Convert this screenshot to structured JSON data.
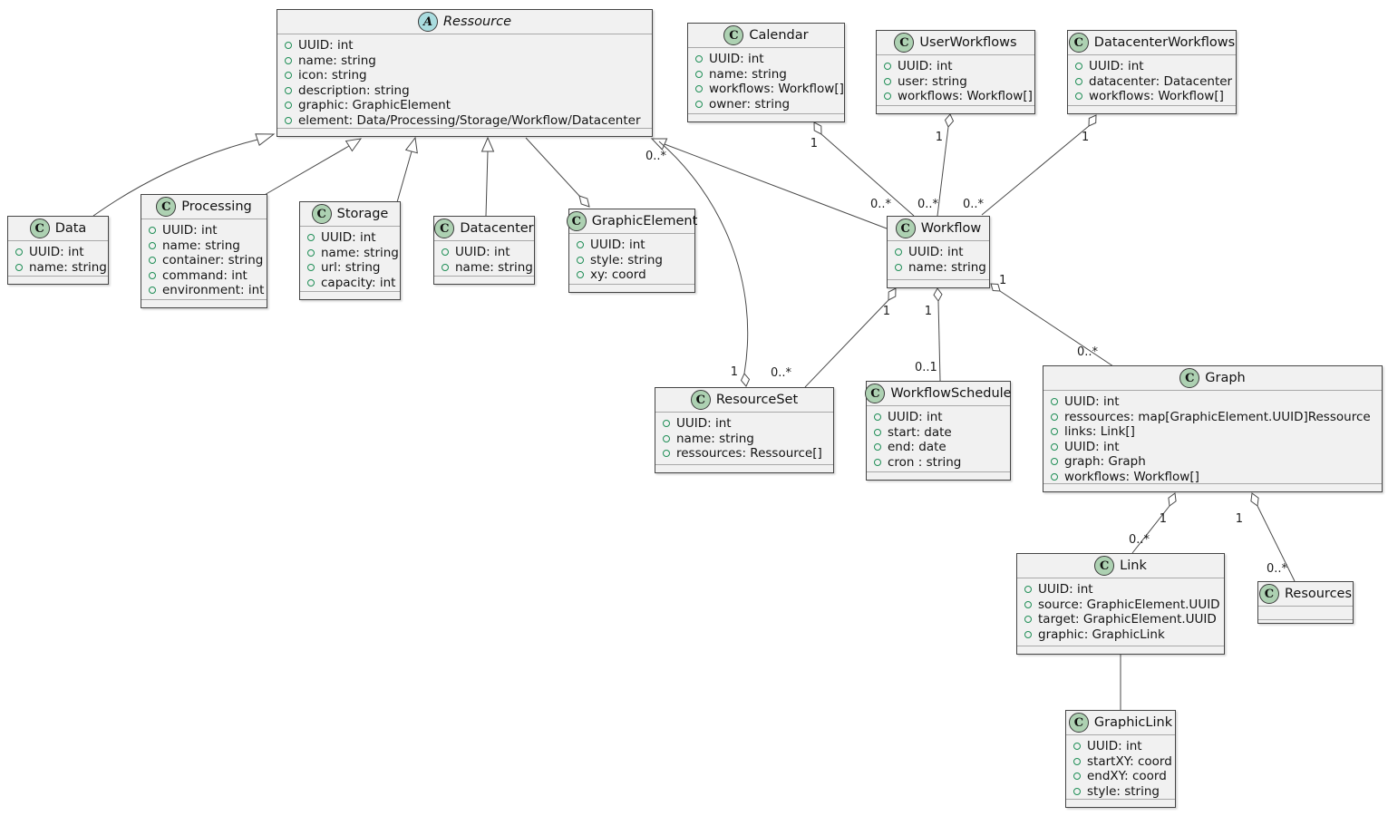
{
  "diagram": {
    "type": "uml-class-diagram",
    "background": "#ffffff",
    "colors": {
      "class_fill": "#F1F1F1",
      "class_border": "#454545",
      "class_circle_fill": "#ADD1B2",
      "abstract_circle_fill": "#A9DCDF",
      "attribute_bullet": "#1f8e56",
      "line": "#4a4a4a",
      "label_text": "#1c1c1c"
    }
  },
  "classes": [
    {
      "id": "ressource",
      "stereotype": "A",
      "abstract": true,
      "name": "Ressource",
      "attributes": [
        "UUID: int",
        "name: string",
        "icon: string",
        "description: string",
        "graphic: GraphicElement",
        "element: Data/Processing/Storage/Workflow/Datacenter"
      ]
    },
    {
      "id": "calendar",
      "stereotype": "C",
      "abstract": false,
      "name": "Calendar",
      "attributes": [
        "UUID: int",
        "name: string",
        "workflows: Workflow[]",
        "owner: string"
      ]
    },
    {
      "id": "userworkflows",
      "stereotype": "C",
      "abstract": false,
      "name": "UserWorkflows",
      "attributes": [
        "UUID: int",
        "user: string",
        "workflows: Workflow[]"
      ]
    },
    {
      "id": "datacenterworkflows",
      "stereotype": "C",
      "abstract": false,
      "name": "DatacenterWorkflows",
      "attributes": [
        "UUID: int",
        "datacenter: Datacenter",
        "workflows: Workflow[]"
      ]
    },
    {
      "id": "data",
      "stereotype": "C",
      "abstract": false,
      "name": "Data",
      "attributes": [
        "UUID: int",
        "name: string"
      ]
    },
    {
      "id": "processing",
      "stereotype": "C",
      "abstract": false,
      "name": "Processing",
      "attributes": [
        "UUID: int",
        "name: string",
        "container: string",
        "command: int",
        "environment: int"
      ]
    },
    {
      "id": "storage",
      "stereotype": "C",
      "abstract": false,
      "name": "Storage",
      "attributes": [
        "UUID: int",
        "name: string",
        "url: string",
        "capacity: int"
      ]
    },
    {
      "id": "datacenter",
      "stereotype": "C",
      "abstract": false,
      "name": "Datacenter",
      "attributes": [
        "UUID: int",
        "name: string"
      ]
    },
    {
      "id": "graphicelement",
      "stereotype": "C",
      "abstract": false,
      "name": "GraphicElement",
      "attributes": [
        "UUID: int",
        "style: string",
        "xy: coord"
      ]
    },
    {
      "id": "workflow",
      "stereotype": "C",
      "abstract": false,
      "name": "Workflow",
      "attributes": [
        "UUID: int",
        "name: string"
      ]
    },
    {
      "id": "resourceset",
      "stereotype": "C",
      "abstract": false,
      "name": "ResourceSet",
      "attributes": [
        "UUID: int",
        "name: string",
        "ressources: Ressource[]"
      ]
    },
    {
      "id": "workflowschedule",
      "stereotype": "C",
      "abstract": false,
      "name": "WorkflowSchedule",
      "attributes": [
        "UUID: int",
        "start: date",
        "end: date",
        "cron : string"
      ]
    },
    {
      "id": "graph",
      "stereotype": "C",
      "abstract": false,
      "name": "Graph",
      "attributes": [
        "UUID: int",
        "ressources: map[GraphicElement.UUID]Ressource",
        "links: Link[]",
        "UUID: int",
        "graph: Graph",
        "workflows: Workflow[]"
      ]
    },
    {
      "id": "link",
      "stereotype": "C",
      "abstract": false,
      "name": "Link",
      "attributes": [
        "UUID: int",
        "source: GraphicElement.UUID",
        "target: GraphicElement.UUID",
        "graphic: GraphicLink"
      ]
    },
    {
      "id": "resources",
      "stereotype": "C",
      "abstract": false,
      "name": "Resources",
      "attributes": []
    },
    {
      "id": "graphiclink",
      "stereotype": "C",
      "abstract": false,
      "name": "GraphicLink",
      "attributes": [
        "UUID: int",
        "startXY: coord",
        "endXY: coord",
        "style: string"
      ]
    }
  ],
  "relationships": [
    {
      "source": "Data",
      "target": "Ressource",
      "type": "inheritance"
    },
    {
      "source": "Processing",
      "target": "Ressource",
      "type": "inheritance"
    },
    {
      "source": "Storage",
      "target": "Ressource",
      "type": "inheritance"
    },
    {
      "source": "Datacenter",
      "target": "Ressource",
      "type": "inheritance"
    },
    {
      "source": "Workflow",
      "target": "Ressource",
      "type": "inheritance"
    },
    {
      "source": "Ressource",
      "target": "GraphicElement",
      "type": "aggregation"
    },
    {
      "source": "ResourceSet",
      "target": "Ressource",
      "type": "aggregation",
      "source_label": "1",
      "target_label": "0..*"
    },
    {
      "source": "Calendar",
      "target": "Workflow",
      "type": "aggregation",
      "source_label": "1",
      "target_label": "0..*"
    },
    {
      "source": "UserWorkflows",
      "target": "Workflow",
      "type": "aggregation",
      "source_label": "1",
      "target_label": "0..*"
    },
    {
      "source": "DatacenterWorkflows",
      "target": "Workflow",
      "type": "aggregation",
      "source_label": "1",
      "target_label": "0..*"
    },
    {
      "source": "Workflow",
      "target": "ResourceSet",
      "type": "aggregation",
      "source_label": "1",
      "target_label": "0..*"
    },
    {
      "source": "Workflow",
      "target": "WorkflowSchedule",
      "type": "aggregation",
      "source_label": "1",
      "target_label": "0..1"
    },
    {
      "source": "Workflow",
      "target": "Graph",
      "type": "aggregation",
      "source_label": "1",
      "target_label": "0..*"
    },
    {
      "source": "Graph",
      "target": "Link",
      "type": "aggregation",
      "source_label": "1",
      "target_label": "0..*"
    },
    {
      "source": "Graph",
      "target": "Resources",
      "type": "aggregation",
      "source_label": "1",
      "target_label": "0..*"
    },
    {
      "source": "Link",
      "target": "GraphicLink",
      "type": "association"
    }
  ]
}
